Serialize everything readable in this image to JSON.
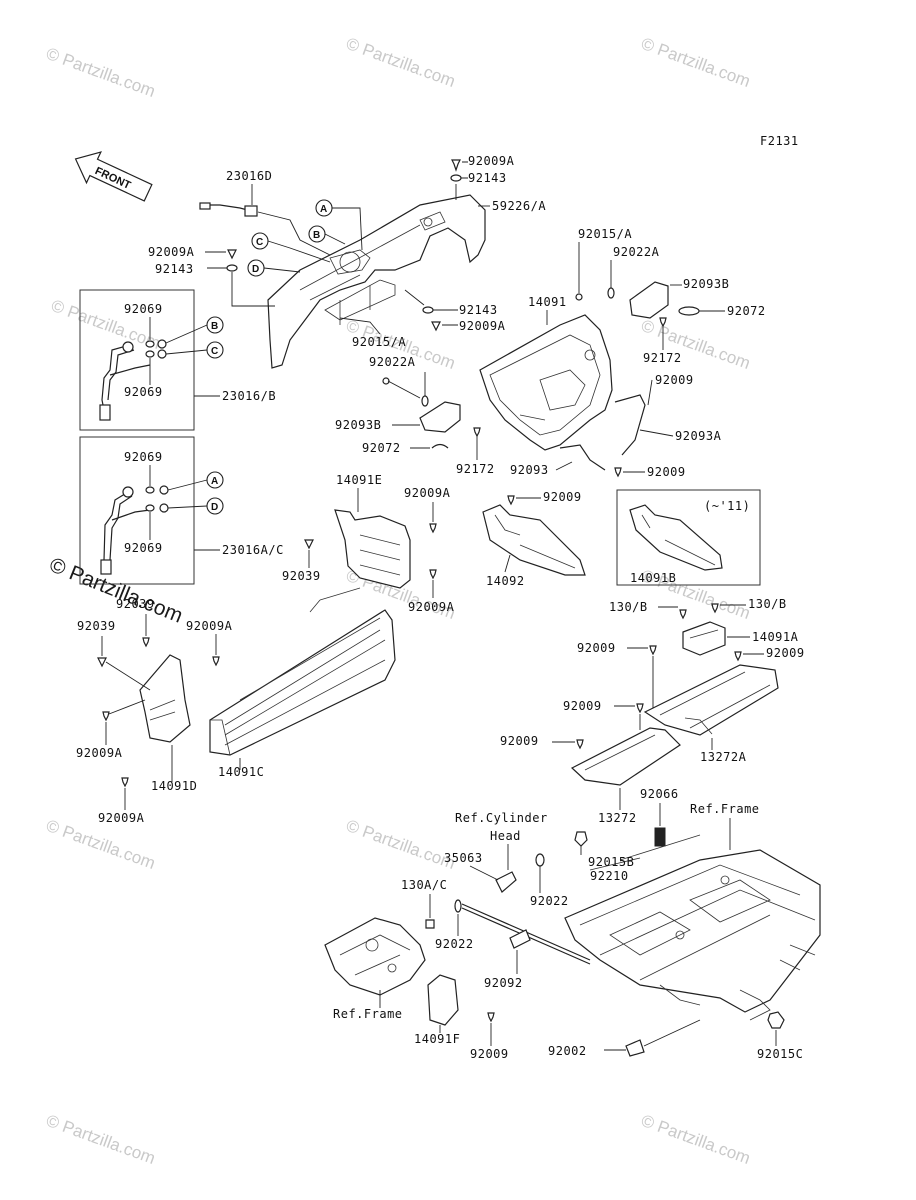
{
  "diagram_code": "F2131",
  "front_arrow_label": "FRONT",
  "watermarks": [
    "© Partzilla.com",
    "© Partzilla.com",
    "© Partzilla.com",
    "© Partzilla.com",
    "© Partzilla.com",
    "© Partzilla.com",
    "© Partzilla.com",
    "© Partzilla.com",
    "© Partzilla.com",
    "© Partzilla.com",
    "© Partzilla.com",
    "© Partzilla.com"
  ],
  "main_watermark": "© Partzilla.com",
  "inset_note": "(~'11)",
  "callouts": [
    "A",
    "B",
    "C",
    "D"
  ],
  "parts": {
    "p23016D": "23016D",
    "p92009A_1": "92009A",
    "p92143_1": "92143",
    "p59226A": "59226/A",
    "p92009A_2": "92009A",
    "p92143_2": "92143",
    "p92069_1": "92069",
    "p92069_2": "92069",
    "p23016B": "23016/B",
    "p92143_3": "92143",
    "p92009A_3": "92009A",
    "p92015A_1": "92015/A",
    "p92022A_1": "92022A",
    "p92093B_1": "92093B",
    "p92072_1": "92072",
    "p92172_1": "92172",
    "p92015A_2": "92015/A",
    "p92022A_2": "92022A",
    "p92093B_2": "92093B",
    "p92072_2": "92072",
    "p92172_2": "92172",
    "p14091": "14091",
    "p92009_1": "92009",
    "p92093A": "92093A",
    "p92093": "92093",
    "p92009_2": "92009",
    "p92069_3": "92069",
    "p92069_4": "92069",
    "p23016AC": "23016A/C",
    "p14091E": "14091E",
    "p92009A_4": "92009A",
    "p92039_1": "92039",
    "p92009A_5": "92009A",
    "p92009_3": "92009",
    "p14092": "14092",
    "p14091B": "14091B",
    "p92039_2": "92039",
    "p92009A_6": "92009A",
    "p92039_3": "92039",
    "p130B_1": "130/B",
    "p130B_2": "130/B",
    "p14091A": "14091A",
    "p92009_4": "92009",
    "p92009_5": "92009",
    "p92009_6": "92009",
    "p13272A": "13272A",
    "p92009_7": "92009",
    "p14091C": "14091C",
    "p92009A_7": "92009A",
    "p14091D": "14091D",
    "p92009A_8": "92009A",
    "p13272": "13272",
    "p92066": "92066",
    "refFrame_1": "Ref.Frame",
    "refCyl_1": "Ref.Cylinder",
    "refCyl_2": "Head",
    "p35063": "35063",
    "p92015B": "92015B",
    "p92210": "92210",
    "p130AC": "130A/C",
    "p92022_1": "92022",
    "p92022_2": "92022",
    "p92092": "92092",
    "refFrame_2": "Ref.Frame",
    "p14091F": "14091F",
    "p92009_8": "92009",
    "p92002": "92002",
    "p92015C": "92015C"
  }
}
